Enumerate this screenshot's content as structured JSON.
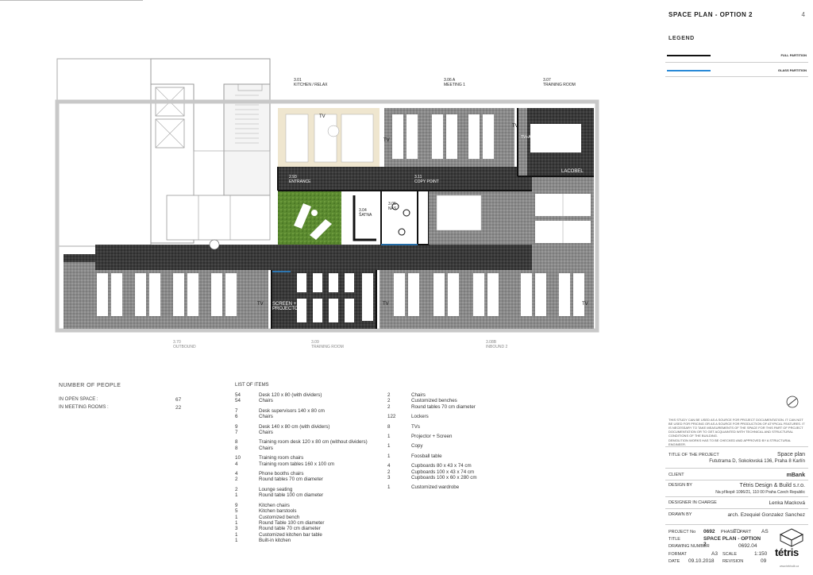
{
  "sheet": {
    "title": "SPACE PLAN - OPTION 2",
    "number": "4"
  },
  "legend": {
    "heading": "LEGEND",
    "items": [
      {
        "label": "FULL PARTITION",
        "color": "#111111"
      },
      {
        "label": "GLASS PARTITION",
        "color": "#2a8ad8"
      }
    ]
  },
  "plan": {
    "rooms": [
      {
        "id": "kitchen",
        "code": "3.01",
        "name": "KITCHEN / RELAX"
      },
      {
        "id": "meeting1",
        "code": "3.06 A",
        "name": "MEETING 1"
      },
      {
        "id": "training-top",
        "code": "3.07",
        "name": "TRAINING ROOM"
      },
      {
        "id": "entrance",
        "code": "2.93",
        "name": "ENTRANCE"
      },
      {
        "id": "copy",
        "code": "3.11",
        "name": "COPY POINT"
      },
      {
        "id": "satna",
        "code": "3.04",
        "name": "ŠATNA"
      },
      {
        "id": "nas",
        "code": "3.05",
        "name": "NAS"
      },
      {
        "id": "outbound",
        "code": "3.70",
        "name": "OUTBOUND"
      },
      {
        "id": "training-bottom",
        "code": "3.09",
        "name": "TRAINING ROOM"
      },
      {
        "id": "inbound2",
        "code": "3.08B",
        "name": "INBOUND 2"
      }
    ],
    "screen_label": "SCREEN + PROJECTOR",
    "lacobel": "LACOBEL",
    "tv": "TV",
    "tv_av": "TV+AV"
  },
  "people": {
    "heading": "NUMBER OF PEOPLE",
    "rows": [
      {
        "label": "IN OPEN SPACE :",
        "value": "67"
      },
      {
        "label": "IN MEETING ROOMS :",
        "value": "22"
      }
    ]
  },
  "items": {
    "heading": "LIST OF ITEMS",
    "col1": [
      [
        {
          "q": "54",
          "n": "Desk 120 x 80 (with dividers)"
        },
        {
          "q": "54",
          "n": "Chairs"
        }
      ],
      [
        {
          "q": "7",
          "n": "Desk supervisors 140 x 80 cm"
        },
        {
          "q": "6",
          "n": "Chairs"
        }
      ],
      [
        {
          "q": "9",
          "n": "Desk 140 x 80 cm (with dividers)"
        },
        {
          "q": "7",
          "n": "Chairs"
        }
      ],
      [
        {
          "q": "8",
          "n": "Training room desk 120 x 80 cm (without dividers)"
        },
        {
          "q": "8",
          "n": "Chairs"
        }
      ],
      [
        {
          "q": "10",
          "n": "Training room chairs"
        },
        {
          "q": "4",
          "n": "Training room tables 160 x 100 cm"
        }
      ],
      [
        {
          "q": "4",
          "n": "Phone booths chairs"
        },
        {
          "q": "2",
          "n": "Round tables 70 cm diameter"
        }
      ],
      [
        {
          "q": "2",
          "n": "Lounge seating"
        },
        {
          "q": "1",
          "n": "Round table 100 cm diameter"
        }
      ],
      [
        {
          "q": "9",
          "n": "Kitchen chairs"
        },
        {
          "q": "5",
          "n": "Kitchen barstools"
        },
        {
          "q": "1",
          "n": "Customized bench"
        },
        {
          "q": "1",
          "n": "Round Table 100 cm diameter"
        },
        {
          "q": "3",
          "n": "Round table 70 cm diameter"
        },
        {
          "q": "1",
          "n": "Customized kitchen bar table"
        },
        {
          "q": "1",
          "n": "Built-in kitchen"
        }
      ]
    ],
    "col2": [
      [
        {
          "q": "2",
          "n": "Chairs"
        },
        {
          "q": "2",
          "n": "Customized benches"
        },
        {
          "q": "2",
          "n": "Round tables 70 cm diameter"
        }
      ],
      [
        {
          "q": "122",
          "n": "Lockers"
        }
      ],
      [
        {
          "q": "8",
          "n": "TVs"
        }
      ],
      [
        {
          "q": "1",
          "n": "Projector + Screen"
        }
      ],
      [
        {
          "q": "1",
          "n": "Copy"
        }
      ],
      [
        {
          "q": "1",
          "n": "Foosball table"
        }
      ],
      [
        {
          "q": "4",
          "n": "Cupboards 80 x 43 x 74 cm"
        },
        {
          "q": "2",
          "n": "Cupboards 100 x 43 x 74 cm"
        },
        {
          "q": "3",
          "n": "Cupboards 100 x 60 x 280 cm"
        }
      ],
      [
        {
          "q": "1",
          "n": "Customized wardrobe"
        }
      ]
    ]
  },
  "titleblock": {
    "note": "THIS STUDY CAN BE USED AS A SOURCE FOR PROJECT DOCUMENTATION. IT CAN NOT BE USED FOR PRICING OR AS A SOURCE FOR PRODUCTION OF ATYPICAL FEATURES. IT IS NECESSARY TO TAKE MEASUREMENTS OF THE SPACE FOR THIS PART OF PROJECT DOCUMENTATION OR TO GET ACQUAINTED WITH TECHNICAL AND STRUCTURAL CONDITIONS OF THE BUILDING.",
    "note2": "DEMOLITION WORKS HAS TO BE CHECKED AND APPROVED BY A STRUCTURAL ENGINEER.",
    "project_title_label": "TITLE OF THE PROJECT",
    "project_title": "Space plan",
    "project_address": "Fututrama D, Sokolovská 136, Praha 8 Karlín",
    "client_label": "CLIENT",
    "client": "mBank",
    "design_label": "DESIGN BY",
    "design": "Tétris Design & Build s.r.o.",
    "design_address": "Na příkopě 1096/21, 110 00 Praha Czech Republic",
    "designer_label": "DESIGNER IN CHARGE",
    "designer": "Lenka Macková",
    "drawn_label": "DRAWN BY",
    "drawn": "arch. Ezequiel Gonzalez Sanchez",
    "project_no_label": "PROJECT No",
    "project_no": "0692",
    "phase_label": "PHASE",
    "phase": "TD",
    "part_label": "PART",
    "part": "AS",
    "title_label": "TITLE",
    "title": "SPACE PLAN - OPTION 2",
    "drawing_no_label": "DRAWING NUMBER",
    "drawing_no": "0692.04",
    "format_label": "FORMAT",
    "format": "A3",
    "scale_label": "SCALE",
    "scale": "1:150",
    "date_label": "DATE",
    "date": "09.10.2018",
    "revision_label": "REVISION",
    "revision": "09",
    "logo": "tétris",
    "website": "www.tetrisdb.cz"
  }
}
